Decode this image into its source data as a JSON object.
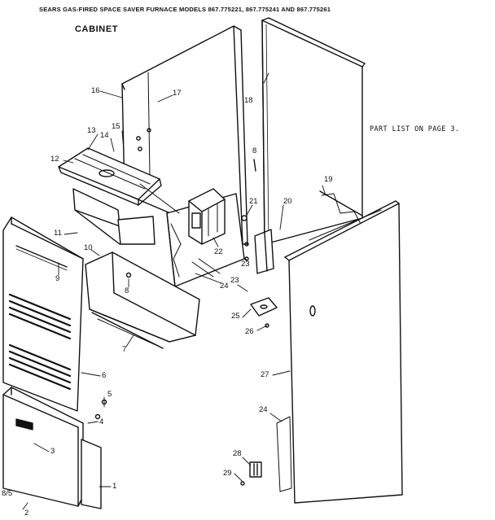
{
  "header": {
    "title": "SEARS GAS-FIRED SPACE SAVER FURNACE MODELS 867.775221, 867.775241 AND 867.775261",
    "section": "CABINET",
    "note": "PART LIST ON PAGE 3."
  },
  "parts": [
    {
      "id": "p1",
      "label": "1"
    },
    {
      "id": "p2",
      "label": "2"
    },
    {
      "id": "p3",
      "label": "3"
    },
    {
      "id": "p4",
      "label": "4"
    },
    {
      "id": "p5",
      "label": "5"
    },
    {
      "id": "p6",
      "label": "6"
    },
    {
      "id": "p7",
      "label": "7"
    },
    {
      "id": "p8a",
      "label": "8"
    },
    {
      "id": "p8b",
      "label": "8"
    },
    {
      "id": "p9",
      "label": "9"
    },
    {
      "id": "p10",
      "label": "10"
    },
    {
      "id": "p11",
      "label": "11"
    },
    {
      "id": "p12",
      "label": "12"
    },
    {
      "id": "p13",
      "label": "13"
    },
    {
      "id": "p14",
      "label": "14"
    },
    {
      "id": "p15",
      "label": "15"
    },
    {
      "id": "p16",
      "label": "16"
    },
    {
      "id": "p17",
      "label": "17"
    },
    {
      "id": "p18",
      "label": "18"
    },
    {
      "id": "p19",
      "label": "19"
    },
    {
      "id": "p20",
      "label": "20"
    },
    {
      "id": "p21",
      "label": "21"
    },
    {
      "id": "p22",
      "label": "22"
    },
    {
      "id": "p23a",
      "label": "23"
    },
    {
      "id": "p23b",
      "label": "23"
    },
    {
      "id": "p24a",
      "label": "24"
    },
    {
      "id": "p24b",
      "label": "24"
    },
    {
      "id": "p25",
      "label": "25"
    },
    {
      "id": "p26",
      "label": "26"
    },
    {
      "id": "p27",
      "label": "27"
    },
    {
      "id": "p28",
      "label": "28"
    },
    {
      "id": "p29",
      "label": "29"
    }
  ],
  "footer": {
    "page_code": "8/5"
  }
}
